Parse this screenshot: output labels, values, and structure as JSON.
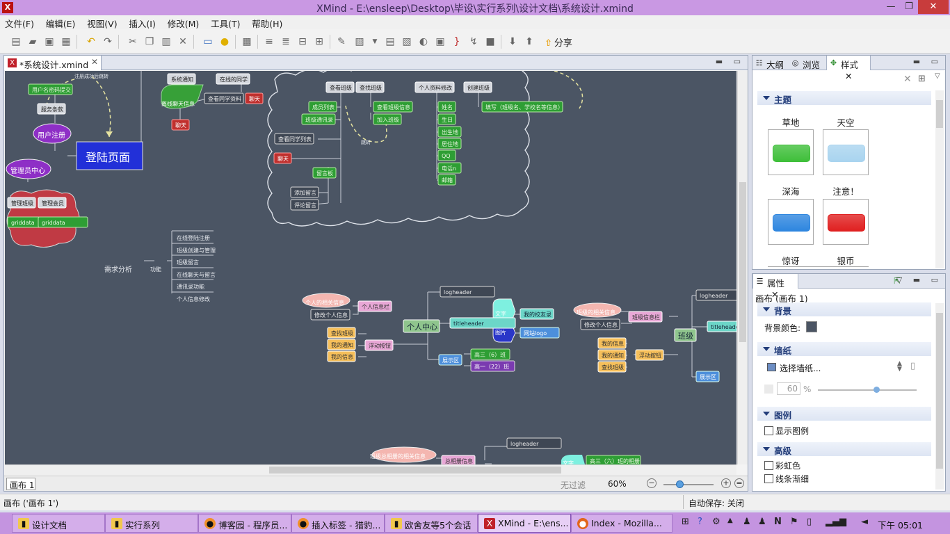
{
  "window": {
    "title": "XMind - E:\\ensleep\\Desktop\\毕设\\实行系列\\设计文档\\系统设计.xmind",
    "controls": [
      "—",
      "❐",
      "✕"
    ]
  },
  "menu": [
    "文件(F)",
    "编辑(E)",
    "视图(V)",
    "插入(I)",
    "修改(M)",
    "工具(T)",
    "帮助(H)"
  ],
  "toolbar": {
    "share_label": "分享"
  },
  "editor": {
    "tab_label": "*系统设计.xmind",
    "sheet_tab": "画布 1",
    "filter_label": "无过滤",
    "zoom": "60%"
  },
  "mindmap": {
    "a_notes": [
      "注册成功后跳转",
      "跳转"
    ],
    "a_login": [
      "用户名密码提交",
      "服务条款",
      "用户注册",
      "登陆页面"
    ],
    "a_admin": [
      "管理员中心",
      "管理班级",
      "管理会员",
      "griddata",
      "griddata"
    ],
    "a_notify": [
      "系统通知",
      "在线的同学",
      "离线聊天信息",
      "查看同学资料",
      "聊天",
      "聊天"
    ],
    "a_cloud": [
      "查看班级",
      "查找班级",
      "个人资料修改",
      "创建班级",
      "填写（班级名、学校名等信息）",
      "成员列表",
      "班级通讯录",
      "查看同学列表",
      "聊天",
      "查看班级信息",
      "加入班级",
      "留言板",
      "添加留言",
      "评论留言",
      "姓名",
      "生日",
      "出生地",
      "居住地",
      "QQ",
      "电话n",
      "邮箱"
    ],
    "b_req": [
      "需求分析",
      "功能",
      "在线登陆注册",
      "班级创建与管理",
      "班级留言",
      "在线聊天与留言",
      "通讯录功能",
      "个人信息修改"
    ],
    "c_center": [
      "个人中心",
      "logheader",
      "个人的相关信息",
      "修改个人信息",
      "个人信息栏",
      "titleheader",
      "文字",
      "图片",
      "我的校友录",
      "网站logo",
      "查找班级",
      "我的通知",
      "我的信息",
      "浮动按钮",
      "展示区",
      "高三（6）班",
      "高一（22）班"
    ],
    "d_class": [
      "班级",
      "logheader",
      "班级的相关信息",
      "修改个人信息",
      "班级信息栏",
      "titleheader",
      "我的信息",
      "我的通知",
      "查找班级",
      "浮动按钮",
      "展示区"
    ],
    "e_album": [
      "logheader",
      "班级总相册的相关信息",
      "总相册信息",
      "文字",
      "高三（六）班的相册"
    ]
  },
  "outline_panel": {
    "tabs": [
      "大纲",
      "浏览",
      "样式"
    ],
    "section": "主题",
    "themes": [
      "草地",
      "天空",
      "深海",
      "注意！",
      "惊讶",
      "银币"
    ],
    "theme_colors": [
      "#3fbf3a",
      "#a9d4ef",
      "#2e86df",
      "#e02020"
    ]
  },
  "properties_panel": {
    "tab": "属性",
    "heading": "画布 (画布 1)",
    "sections": [
      "背景",
      "墙纸",
      "图例",
      "高级"
    ],
    "bg_color_label": "背景颜色:",
    "wallpaper_label": "选择墙纸...",
    "opacity_value": "60",
    "percent": "%",
    "legend_label": "显示图例",
    "rainbow_label": "彩虹色",
    "taper_label": "线条渐细"
  },
  "status": {
    "left": "画布 ('画布 1')",
    "right": "自动保存: 关闭"
  },
  "taskbar": {
    "tasks": [
      "设计文档",
      "实行系列",
      "博客园 - 程序员...",
      "插入标签 - 猎豹...",
      "欧舍友等5个会话",
      "XMind - E:\\ens...",
      "Index - Mozilla..."
    ],
    "clock": "下午 05:01"
  }
}
